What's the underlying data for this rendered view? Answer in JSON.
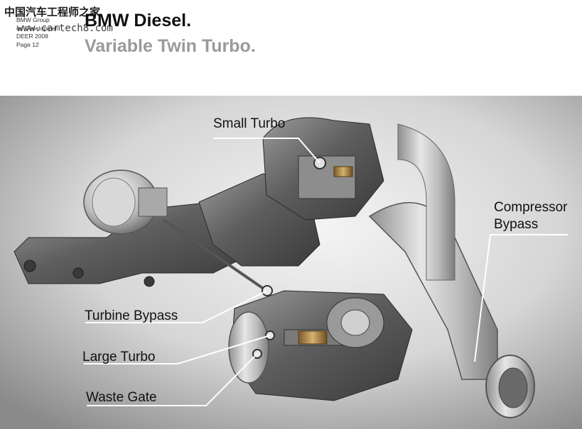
{
  "watermark": {
    "site_cn": "中国汽车工程师之家",
    "site_url": "www.cartech8.com"
  },
  "meta": {
    "company": "BMW Group",
    "department": "ue Development",
    "event": "DEER 2008",
    "page": "Page 12"
  },
  "title": "BMW Diesel.",
  "subtitle": "Variable Twin Turbo.",
  "labels": {
    "small_turbo": "Small Turbo",
    "compressor_bypass_line1": "Compressor",
    "compressor_bypass_line2": "Bypass",
    "turbine_bypass": "Turbine Bypass",
    "large_turbo": "Large Turbo",
    "waste_gate": "Waste Gate"
  },
  "colors": {
    "title": "#111111",
    "subtitle": "#9a9a9a",
    "photo_background_center": "#f2f2f2",
    "photo_background_edge": "#8c8c8c",
    "leader_line": "#ffffff"
  }
}
